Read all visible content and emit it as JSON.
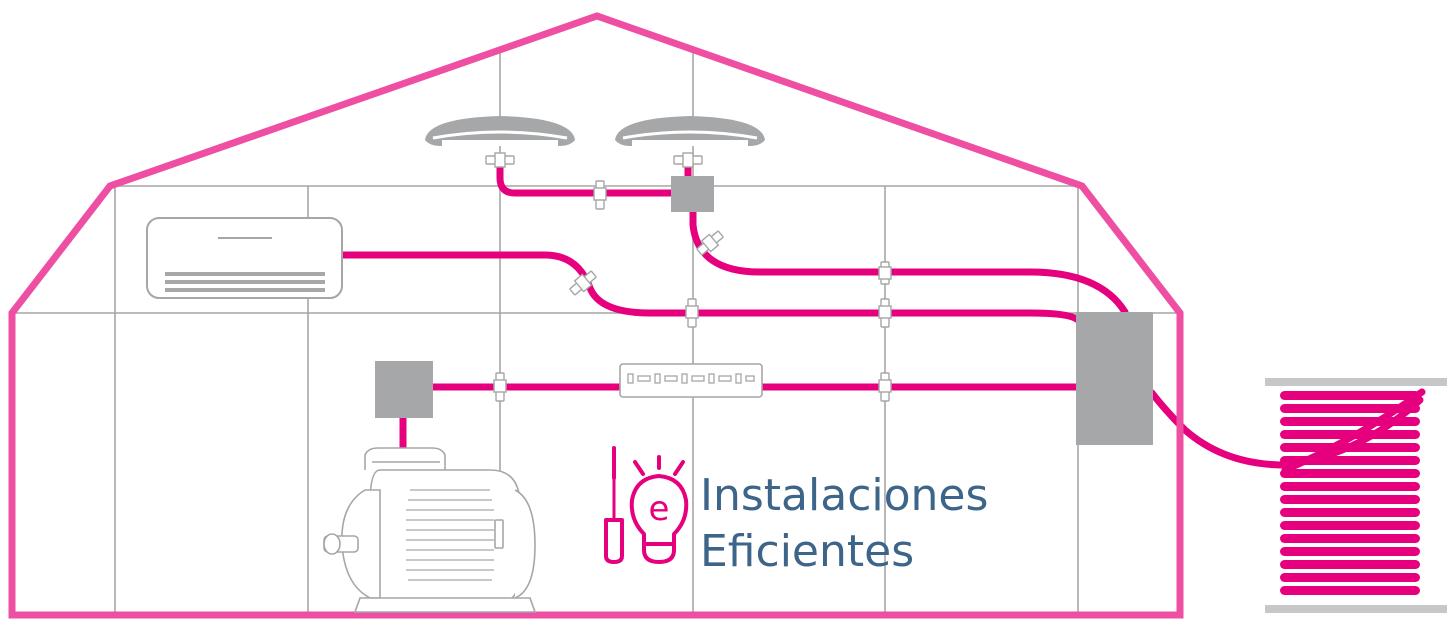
{
  "brand": {
    "line1": "Instalaciones",
    "line2": "Eficientes",
    "text_color": "#3d6489",
    "icon_color": "#e6007e",
    "icon_letter": "e"
  },
  "colors": {
    "house_outline": "#ee4fa2",
    "cable": "#e6007e",
    "grid": "#a6a6a6",
    "device_fill": "#a6a7a9",
    "device_light": "#f3f3f3",
    "clip": "#ffffff"
  },
  "icons": {
    "ceiling_lights": "ceiling-lamp-icon",
    "air_conditioner": "air-conditioner-icon",
    "junction_box": "junction-box-icon",
    "electrical_panel": "electrical-panel-icon",
    "power_strip": "power-strip-icon",
    "motor": "electric-motor-icon",
    "cable_reel": "cable-reel-icon",
    "logo": "screwdriver-lightbulb-logo-icon"
  }
}
